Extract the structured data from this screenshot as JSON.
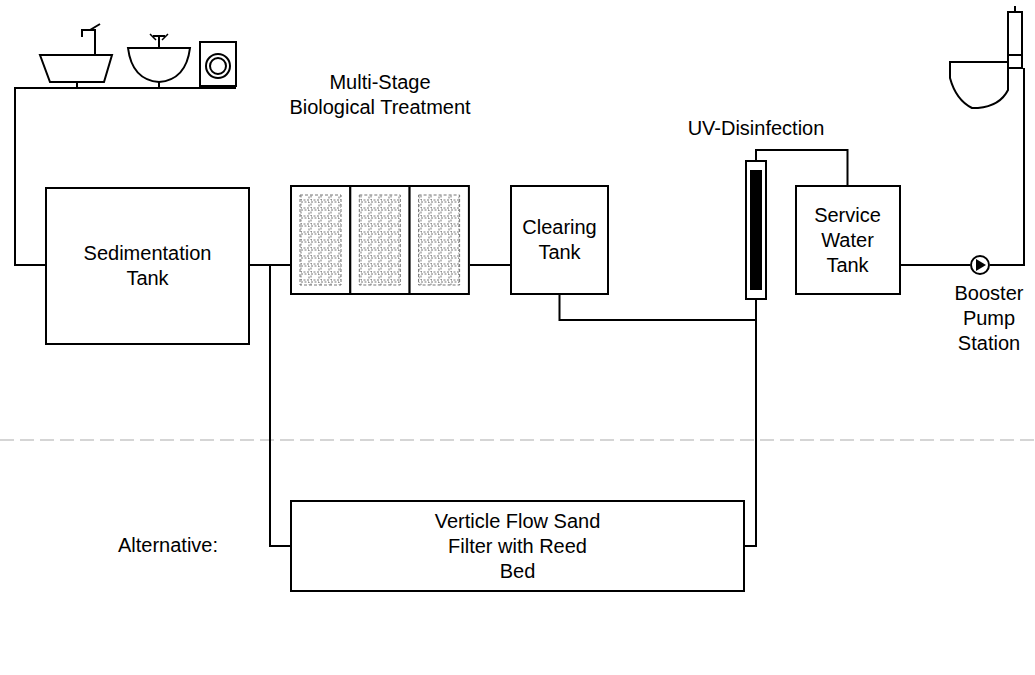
{
  "diagram": {
    "nodes": [
      {
        "text": [
          "Sedimentation Tank"
        ]
      },
      {
        "text": [
          "Multi-Stage Biological Treatment"
        ]
      },
      {
        "text": [
          "Clearing Tank"
        ]
      },
      {
        "text": [
          "UV-Disinfection"
        ]
      },
      {
        "text": [
          "Service Water Tank"
        ]
      },
      {
        "text": [
          "Booster Pump Station"
        ]
      },
      {
        "text": [
          "Verticle Flow Sand Filter with Reed Bed"
        ]
      }
    ],
    "edges": [
      {
        "from": 0,
        "to": 1,
        "arrow": "none"
      },
      {
        "from": 1,
        "to": 2,
        "arrow": "none"
      },
      {
        "from": 2,
        "to": 3,
        "arrow": "none"
      },
      {
        "from": 3,
        "to": 4,
        "arrow": "none"
      },
      {
        "from": 4,
        "to": 5,
        "arrow": "none"
      },
      {
        "from": 0,
        "to": 6,
        "arrow": "none"
      },
      {
        "from": 6,
        "to": 3,
        "arrow": "none"
      }
    ],
    "labels": [
      "Alternative:"
    ]
  }
}
